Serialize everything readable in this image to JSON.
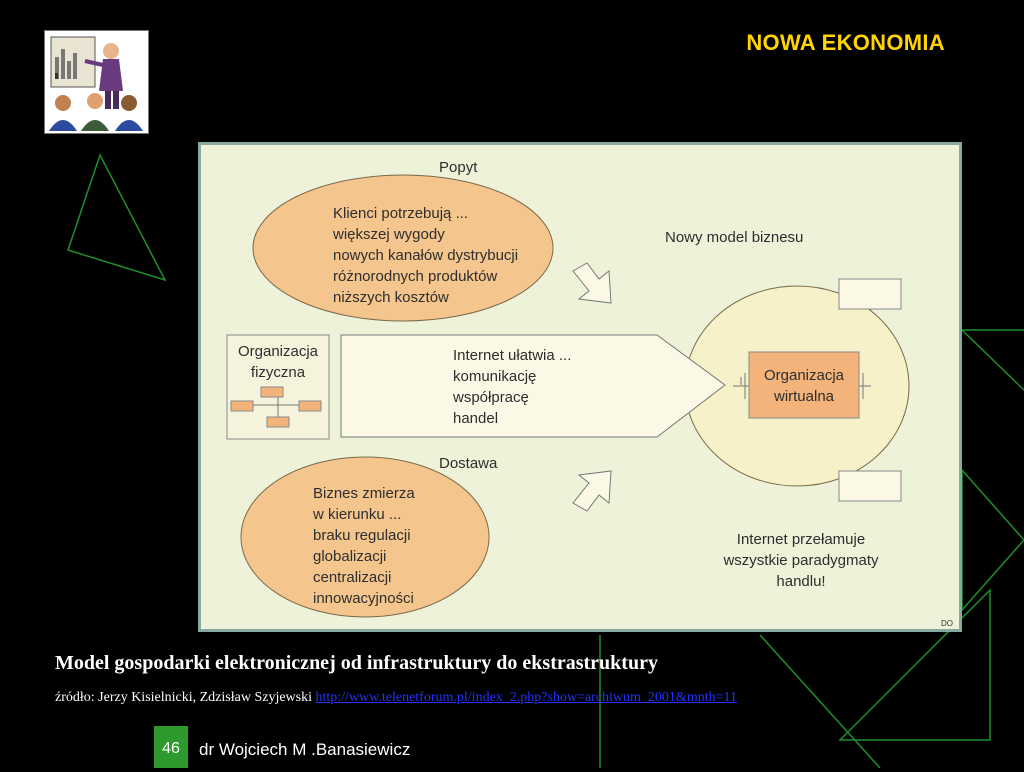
{
  "slide": {
    "title": "NOWA EKONOMIA",
    "page_number": "46",
    "author": "dr Wojciech M .Banasiewicz"
  },
  "diagram": {
    "demand_label": "Popyt",
    "demand_lines": [
      "Klienci potrzebują ...",
      "większej wygody",
      "nowych kanałów dystrybucji",
      "różnorodnych produktów",
      "niższych kosztów"
    ],
    "new_model_label": "Nowy model biznesu",
    "physical_org_lines": [
      "Organizacja",
      "fizyczna"
    ],
    "internet_lines": [
      "Internet ułatwia ...",
      "komunikację",
      "współpracę",
      "handel"
    ],
    "virtual_org_lines": [
      "Organizacja",
      "wirtualna"
    ],
    "supply_label": "Dostawa",
    "supply_lines": [
      "Biznes zmierza",
      "w kierunku ...",
      "braku regulacji",
      "globalizacji",
      "centralizacji",
      "innowacyjności"
    ],
    "breaking_lines": [
      "Internet przełamuje",
      "wszystkie paradygmaty",
      "handlu!"
    ],
    "corner_mark": "DO",
    "colors": {
      "panel_bg": "#eef2d8",
      "ellipse_fill": "#f5c58e",
      "box_fill": "#f3b37a",
      "circle_fill": "#f6f1c8"
    }
  },
  "caption": {
    "title": "Model gospodarki elektronicznej od infrastruktury do ekstrastruktury",
    "source_prefix": "źródło: Jerzy Kisielnicki, Zdzisław Szyjewski ",
    "source_link": "http://www.telenetforum.pl/index_2.php?show=archiwum_2001&mnth=11"
  },
  "icons": [
    "presenter-clipart-icon"
  ]
}
